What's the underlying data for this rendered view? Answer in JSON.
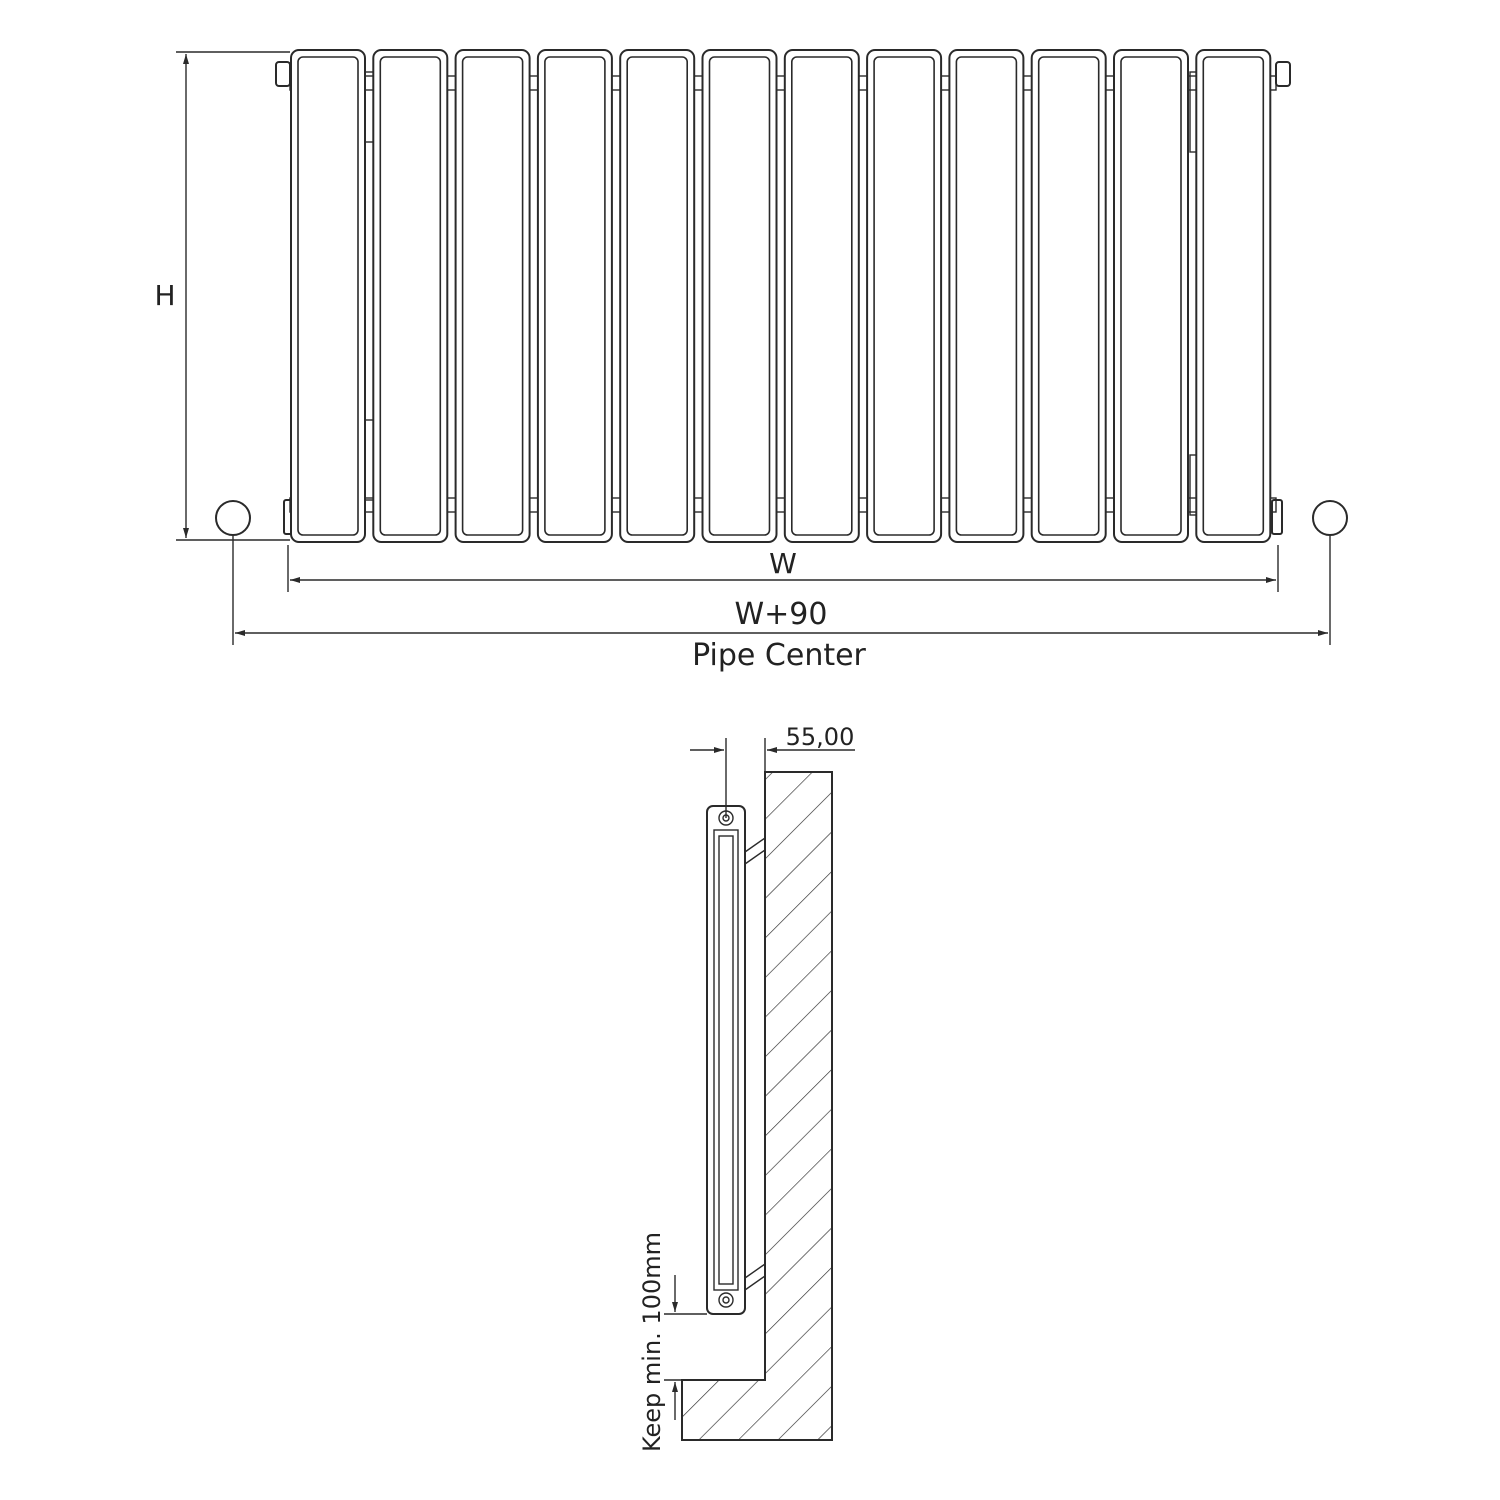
{
  "front_view": {
    "height_label": "H",
    "width_label": "W",
    "pipe_width_label": "W+90",
    "pipe_center_label": "Pipe Center",
    "column_count": 12
  },
  "side_view": {
    "depth_label": "55,00",
    "clearance_label": "Keep min. 100mm"
  },
  "colors": {
    "line": "#2a2a2a",
    "background": "#ffffff"
  }
}
